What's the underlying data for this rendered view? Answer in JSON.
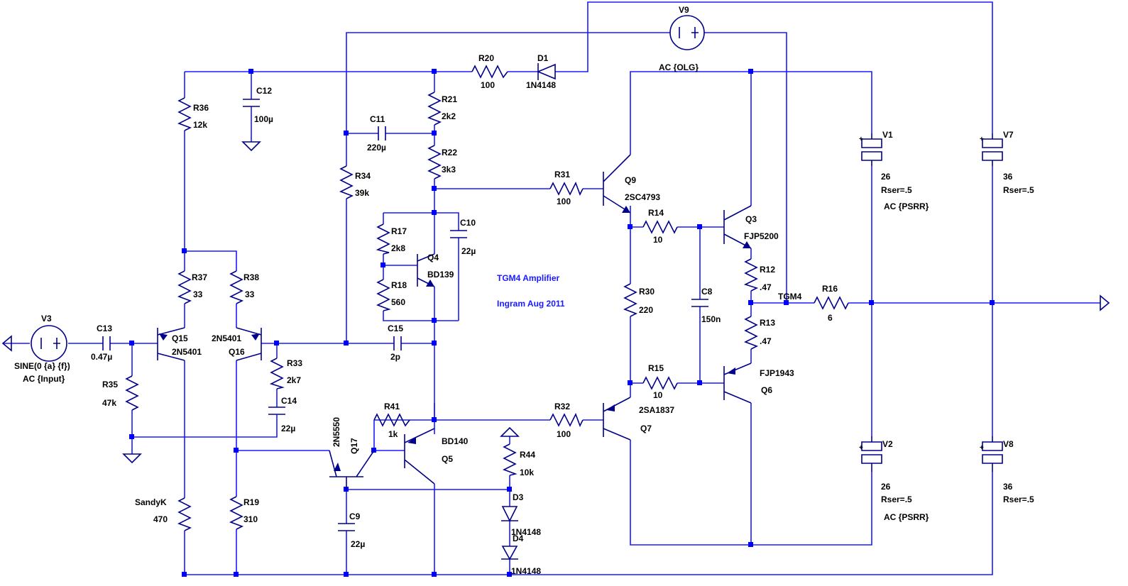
{
  "title": "TGM4 Amplifier",
  "subtitle": "Ingram Aug 2011",
  "net_label": "TGM4",
  "components": {
    "V9": {
      "ref": "V9"
    },
    "R20": {
      "ref": "R20",
      "value": "100"
    },
    "D1": {
      "ref": "D1",
      "value": "1N4148"
    },
    "C12": {
      "ref": "C12",
      "value": "100µ"
    },
    "R36": {
      "ref": "R36",
      "value": "12k"
    },
    "R21": {
      "ref": "R21",
      "value": "2k2"
    },
    "C11": {
      "ref": "C11",
      "value": "220µ"
    },
    "R22": {
      "ref": "R22",
      "value": "3k3"
    },
    "R34": {
      "ref": "R34",
      "value": "39k"
    },
    "R31": {
      "ref": "R31",
      "value": "100"
    },
    "Q9": {
      "ref": "Q9",
      "value": "2SC4793"
    },
    "R14": {
      "ref": "R14",
      "value": "10"
    },
    "Q3": {
      "ref": "Q3",
      "value": "FJP5200"
    },
    "R17": {
      "ref": "R17",
      "value": "2k8"
    },
    "R18": {
      "ref": "R18",
      "value": "560"
    },
    "Q4": {
      "ref": "Q4",
      "value": "BD139"
    },
    "C10": {
      "ref": "C10",
      "value": "22µ"
    },
    "R12": {
      "ref": "R12",
      "value": ".47"
    },
    "R13": {
      "ref": "R13",
      "value": ".47"
    },
    "R16": {
      "ref": "R16",
      "value": "6"
    },
    "R30": {
      "ref": "R30",
      "value": "220"
    },
    "C8": {
      "ref": "C8",
      "value": "150n"
    },
    "V3": {
      "ref": "V3",
      "value": "SINE(0 {a} {f})",
      "ac": "AC {Input}"
    },
    "C13": {
      "ref": "C13",
      "value": "0.47µ"
    },
    "R37": {
      "ref": "R37",
      "value": "33"
    },
    "R38": {
      "ref": "R38",
      "value": "33"
    },
    "Q15": {
      "ref": "Q15",
      "value": "2N5401"
    },
    "Q16": {
      "ref": "Q16",
      "value": "2N5401"
    },
    "C15": {
      "ref": "C15",
      "value": "2p"
    },
    "R33": {
      "ref": "R33",
      "value": "2k7"
    },
    "C14": {
      "ref": "C14",
      "value": "22µ"
    },
    "R35": {
      "ref": "R35",
      "value": "47k"
    },
    "R41": {
      "ref": "R41",
      "value": "1k"
    },
    "R32": {
      "ref": "R32",
      "value": "100"
    },
    "R15": {
      "ref": "R15",
      "value": "10"
    },
    "Q7": {
      "ref": "Q7",
      "value": "2SA1837"
    },
    "Q6": {
      "ref": "Q6",
      "value": "FJP1943"
    },
    "Q5": {
      "ref": "Q5",
      "value": "BD140"
    },
    "Q17": {
      "ref": "Q17",
      "value": "2N5550"
    },
    "R44": {
      "ref": "R44",
      "value": "10k"
    },
    "D3": {
      "ref": "D3",
      "value": "1N4148"
    },
    "D4": {
      "ref": "D4",
      "value": "1N4148"
    },
    "C9": {
      "ref": "C9",
      "value": "22µ"
    },
    "SK": {
      "ref": "SandyK",
      "value": "470"
    },
    "R19": {
      "ref": "R19",
      "value": "310"
    },
    "V1": {
      "ref": "V1",
      "value": "26",
      "rser": "Rser=.5",
      "ac": "AC {PSRR}"
    },
    "V2": {
      "ref": "V2",
      "value": "26",
      "rser": "Rser=.5",
      "ac": "AC {PSRR}"
    },
    "V7": {
      "ref": "V7",
      "value": "36",
      "rser": "Rser=.5"
    },
    "V8": {
      "ref": "V8",
      "value": "36",
      "rser": "Rser=.5"
    },
    "OLG": {
      "value": "AC {OLG}"
    }
  },
  "colors": {
    "wire": "#1a1aff",
    "component": "#00008b",
    "junction": "#0000ff",
    "text": "#000000",
    "note": "#1a1aff"
  }
}
